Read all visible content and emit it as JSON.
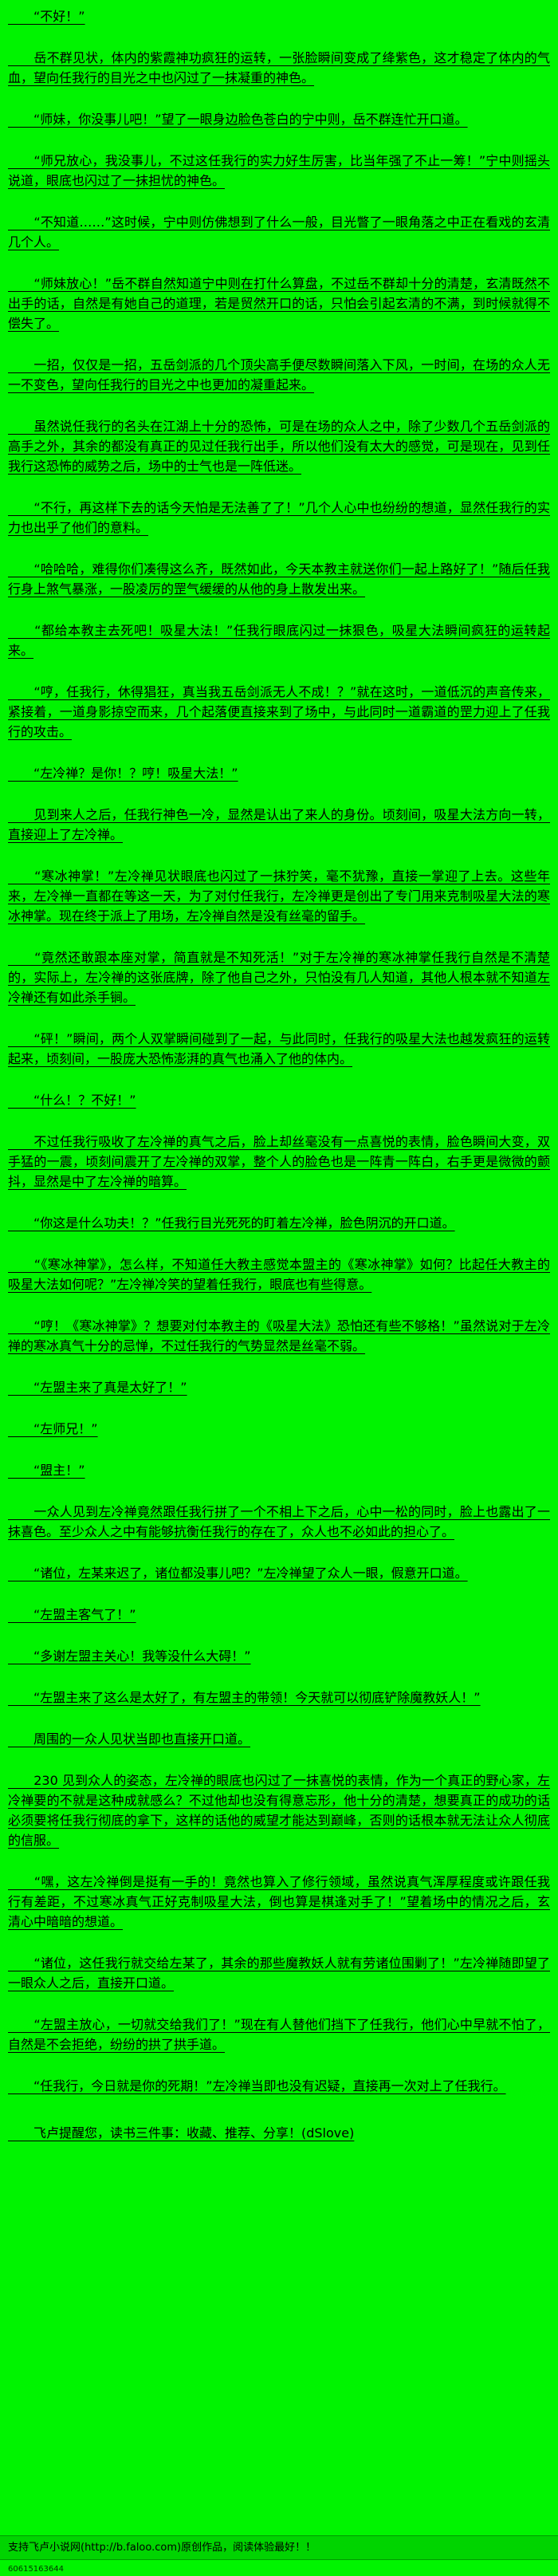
{
  "colors": {
    "background": "#00f400",
    "text": "#000000",
    "footer_band": "#00d400"
  },
  "content": {
    "paragraphs": [
      "　　“不好！”",
      "　　岳不群见状，体内的紫霞神功疯狂的运转，一张脸瞬间变成了绛紫色，这才稳定了体内的气血，望向任我行的目光之中也闪过了一抹凝重的神色。",
      "　　“师妹，你没事儿吧！”望了一眼身边脸色苍白的宁中则，岳不群连忙开口道。",
      "　　“师兄放心，我没事儿，不过这任我行的实力好生厉害，比当年强了不止一筹！”宁中则摇头说道，眼底也闪过了一抹担忧的神色。",
      "　　“不知道……”这时候，宁中则仿佛想到了什么一般，目光瞥了一眼角落之中正在看戏的玄清几个人。",
      "　　“师妹放心！”岳不群自然知道宁中则在打什么算盘，不过岳不群却十分的清楚，玄清既然不出手的话，自然是有她自己的道理，若是贸然开口的话，只怕会引起玄清的不满，到时候就得不偿失了。",
      "　　一招，仅仅是一招，五岳剑派的几个顶尖高手便尽数瞬间落入下风，一时间，在场的众人无一不变色，望向任我行的目光之中也更加的凝重起来。",
      "　　虽然说任我行的名头在江湖上十分的恐怖，可是在场的众人之中，除了少数几个五岳剑派的高手之外，其余的都没有真正的见过任我行出手，所以他们没有太大的感觉，可是现在，见到任我行这恐怖的威势之后，场中的士气也是一阵低迷。",
      "　　“不行，再这样下去的话今天怕是无法善了了！”几个人心中也纷纷的想道，显然任我行的实力也出乎了他们的意料。",
      "　　“哈哈哈，难得你们凑得这么齐，既然如此，今天本教主就送你们一起上路好了！”随后任我行身上煞气暴涨，一股凌厉的罡气缓缓的从他的身上散发出来。",
      "　　“都给本教主去死吧！吸星大法！”任我行眼底闪过一抹狠色，吸星大法瞬间疯狂的运转起来。",
      "　　“哼，任我行，休得猖狂，真当我五岳剑派无人不成！？”就在这时，一道低沉的声音传来，紧接着，一道身影掠空而来，几个起落便直接来到了场中，与此同时一道霸道的罡力迎上了任我行的攻击。",
      "　　“左冷禅？是你！？哼！吸星大法！”",
      "　　见到来人之后，任我行神色一冷，显然是认出了来人的身份。顷刻间，吸星大法方向一转，直接迎上了左冷禅。",
      "　　“寒冰神掌！”左冷禅见状眼底也闪过了一抹狞笑，毫不犹豫，直接一掌迎了上去。这些年来，左冷禅一直都在等这一天，为了对付任我行，左冷禅更是创出了专门用来克制吸星大法的寒冰神掌。现在终于派上了用场，左冷禅自然是没有丝毫的留手。",
      "　　“竟然还敢跟本座对掌，简直就是不知死活！”对于左冷禅的寒冰神掌任我行自然是不清楚的，实际上，左冷禅的这张底牌，除了他自己之外，只怕没有几人知道，其他人根本就不知道左冷禅还有如此杀手锏。",
      "　　“砰！”瞬间，两个人双掌瞬间碰到了一起，与此同时，任我行的吸星大法也越发疯狂的运转起来，顷刻间，一股庞大恐怖澎湃的真气也涌入了他的体内。",
      "　　“什么！？不好！”",
      "　　不过任我行吸收了左冷禅的真气之后，脸上却丝毫没有一点喜悦的表情，脸色瞬间大变，双手猛的一震，顷刻间震开了左冷禅的双掌，整个人的脸色也是一阵青一阵白，右手更是微微的颤抖，显然是中了左冷禅的暗算。",
      "　　“你这是什么功夫！？”任我行目光死死的盯着左冷禅，脸色阴沉的开口道。",
      "　　“《寒冰神掌》，怎么样，不知道任大教主感觉本盟主的《寒冰神掌》如何？比起任大教主的吸星大法如何呢？”左冷禅冷笑的望着任我行，眼底也有些得意。",
      "　　“哼！《寒冰神掌》？想要对付本教主的《吸星大法》恐怕还有些不够格！”虽然说对于左冷禅的寒冰真气十分的忌惮，不过任我行的气势显然是丝毫不弱。",
      "　　“左盟主来了真是太好了！”",
      "　　“左师兄！”",
      "　　“盟主！”",
      "　　一众人见到左冷禅竟然跟任我行拼了一个不相上下之后，心中一松的同时，脸上也露出了一抹喜色。至少众人之中有能够抗衡任我行的存在了，众人也不必如此的担心了。",
      "　　“诸位，左某来迟了，诸位都没事儿吧？”左冷禅望了众人一眼，假意开口道。",
      "　　“左盟主客气了！”",
      "　　“多谢左盟主关心！我等没什么大碍！”",
      "　　“左盟主来了这么是太好了，有左盟主的带领！今天就可以彻底铲除魔教妖人！”",
      "　　周围的一众人见状当即也直接开口道。",
      "　　230 见到众人的姿态，左冷禅的眼底也闪过了一抹喜悦的表情，作为一个真正的野心家，左冷禅要的不就是这种成就感么？不过他却也没有得意忘形，他十分的清楚，想要真正的成功的话必须要将任我行彻底的拿下，这样的话他的威望才能达到巅峰，否则的话根本就无法让众人彻底的信服。",
      "　　“嘿，这左冷禅倒是挺有一手的！竟然也算入了修行领域，虽然说真气浑厚程度或许跟任我行有差距，不过寒冰真气正好克制吸星大法，倒也算是棋逢对手了！”望着场中的情况之后，玄清心中暗暗的想道。",
      "　　“诸位，这任我行就交给左某了，其余的那些魔教妖人就有劳诸位围剿了！”左冷禅随即望了一眼众人之后，直接开口道。",
      "　　“左盟主放心，一切就交给我们了！”现在有人替他们挡下了任我行，他们心中早就不怕了，自然是不会拒绝，纷纷的拱了拱手道。",
      "　　“任我行，今日就是你的死期！”左冷禅当即也没有迟疑，直接再一次对上了任我行。"
    ]
  },
  "footer": {
    "reminder": "　　飞卢提醒您，读书三件事：收藏、推荐、分享！(dSlove)",
    "support_text": "支持飞卢小说网(http://b.faloo.com)原创作品，阅读体验最好！！",
    "code": "60615163644"
  }
}
